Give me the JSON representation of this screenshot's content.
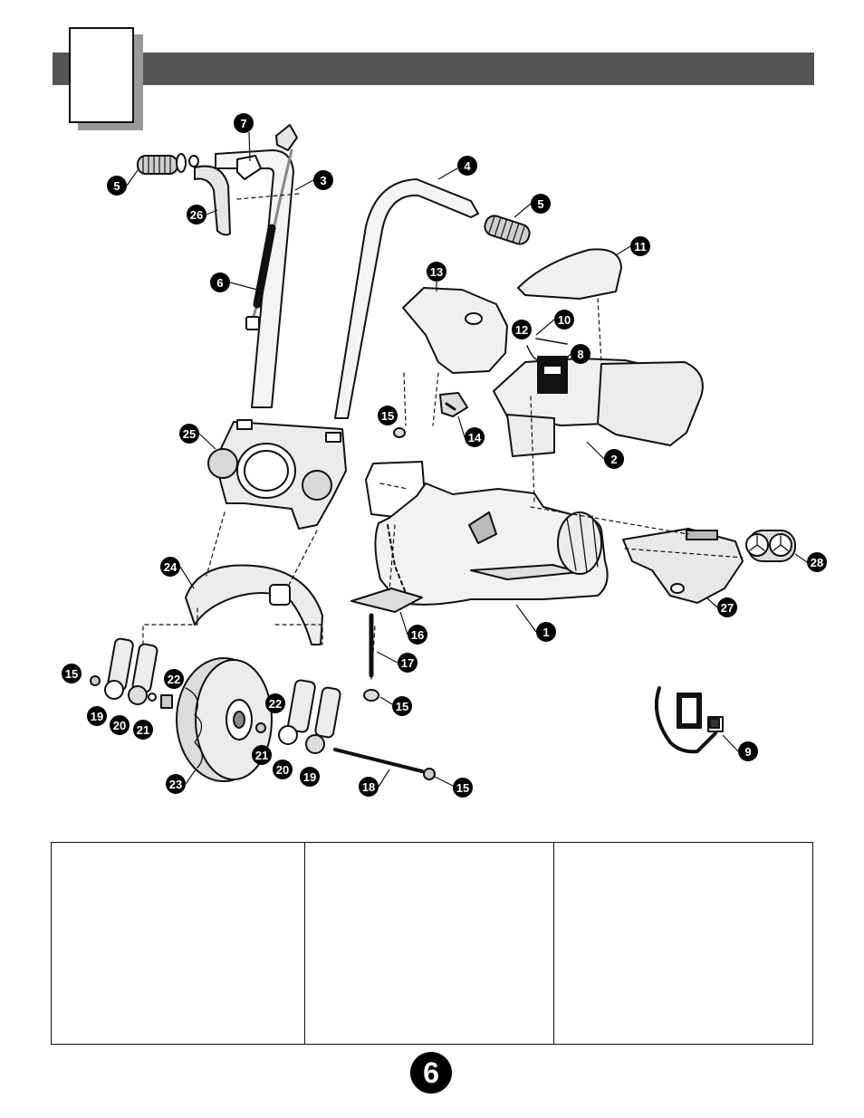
{
  "colors": {
    "ink": "#111111",
    "header_bar": "#555555",
    "box_shadow": "#9a9a9a",
    "badge_bg": "#000000",
    "badge_fg": "#ffffff"
  },
  "header": {
    "section_box_text": ""
  },
  "callouts": [
    "1",
    "2",
    "3",
    "4",
    "5",
    "5",
    "6",
    "7",
    "8",
    "9",
    "10",
    "11",
    "12",
    "13",
    "14",
    "15",
    "15",
    "15",
    "15",
    "15",
    "16",
    "17",
    "18",
    "19",
    "19",
    "20",
    "20",
    "21",
    "21",
    "22",
    "22",
    "23",
    "24",
    "25",
    "26",
    "27",
    "28"
  ],
  "parts_table": {
    "columns": [
      "",
      "",
      ""
    ]
  },
  "page_number": "6"
}
